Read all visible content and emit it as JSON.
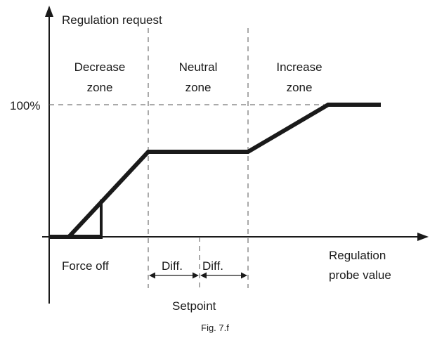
{
  "axes": {
    "y_label": "Regulation request",
    "x_label_line1": "Regulation",
    "x_label_line2": "probe value",
    "y_tick_100": "100%"
  },
  "zones": {
    "decrease_line1": "Decrease",
    "decrease_line2": "zone",
    "neutral_line1": "Neutral",
    "neutral_line2": "zone",
    "increase_line1": "Increase",
    "increase_line2": "zone"
  },
  "markers": {
    "force_off": "Force off",
    "diff_left": "Diff.",
    "diff_right": "Diff.",
    "setpoint": "Setpoint"
  },
  "caption": "Fig. 7.f",
  "colors": {
    "line": "#1a1a1a",
    "dash": "#555555"
  }
}
